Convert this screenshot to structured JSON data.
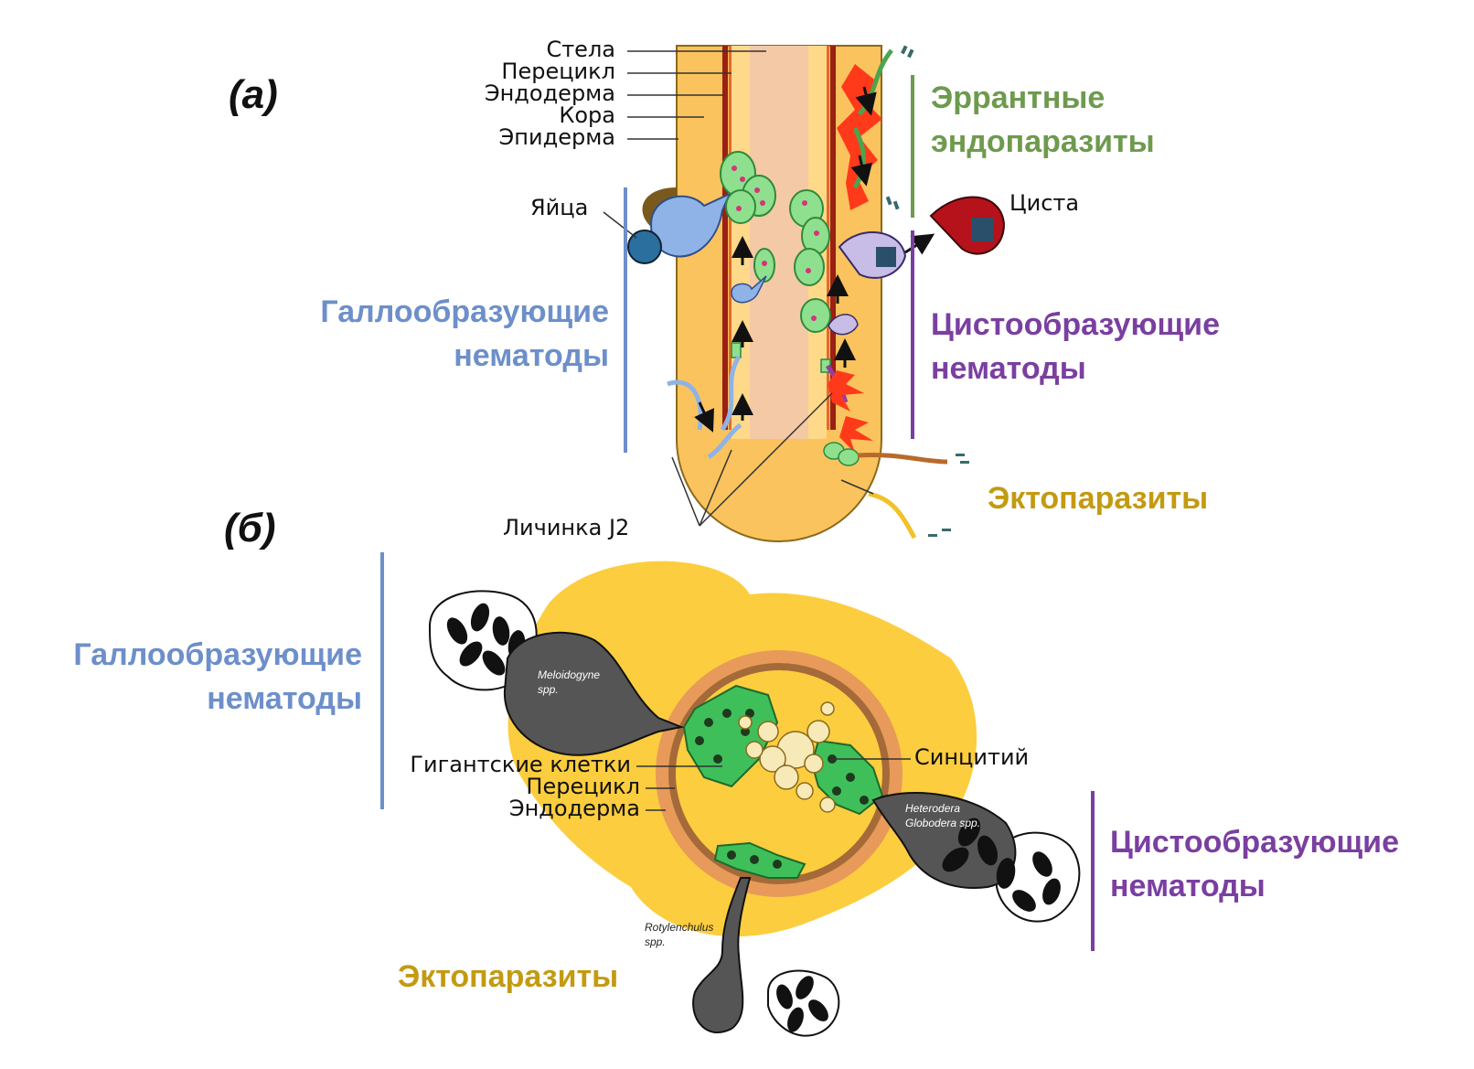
{
  "panels": {
    "a": "(а)",
    "b": "(б)"
  },
  "colors": {
    "gall": "#6d8fca",
    "cyst": "#7a3fa0",
    "errant": "#6e9a4e",
    "ecto": "#c39a12",
    "root_fill": "#fac35e",
    "root_outline": "#8a6a1c",
    "stele": "#f4c9a6",
    "endodermis_line": "#9b1f12",
    "cell_green": "#3fbf5a",
    "gall_nematode": "#8fb3e6",
    "cyst_nematode": "#c8bde6",
    "cyst_red": "#b5121b",
    "section_fill": "#fccd3e",
    "nematode_dark": "#555555"
  },
  "panel_a": {
    "layers": [
      "Стела",
      "Перецикл",
      "Эндодерма",
      "Кора",
      "Эпидерма"
    ],
    "eggs": "Яйца",
    "cyst": "Циста",
    "larva": "Личинка J2",
    "groups": {
      "errant": [
        "Эррантные",
        "эндопаразиты"
      ],
      "gall": [
        "Галлообразующие",
        "нематоды"
      ],
      "cyst": [
        "Цистообразующие",
        "нематоды"
      ],
      "ecto": "Эктопаразиты"
    }
  },
  "panel_b": {
    "structures": {
      "giant_cells": "Гигантские клетки",
      "pericycle": "Перецикл",
      "endodermis": "Эндодерма",
      "syncytium": "Синцитий"
    },
    "species": {
      "meloidogyne": [
        "Meloidogyne",
        "spp."
      ],
      "heterodera": [
        "Heterodera",
        "Globodera spp."
      ],
      "rotylenchulus": [
        "Rotylenchulus",
        "spp."
      ]
    },
    "groups": {
      "gall": [
        "Галлообразующие",
        "нематоды"
      ],
      "cyst": [
        "Цистообразующие",
        "нематоды"
      ],
      "ecto": "Эктопаразиты"
    }
  }
}
